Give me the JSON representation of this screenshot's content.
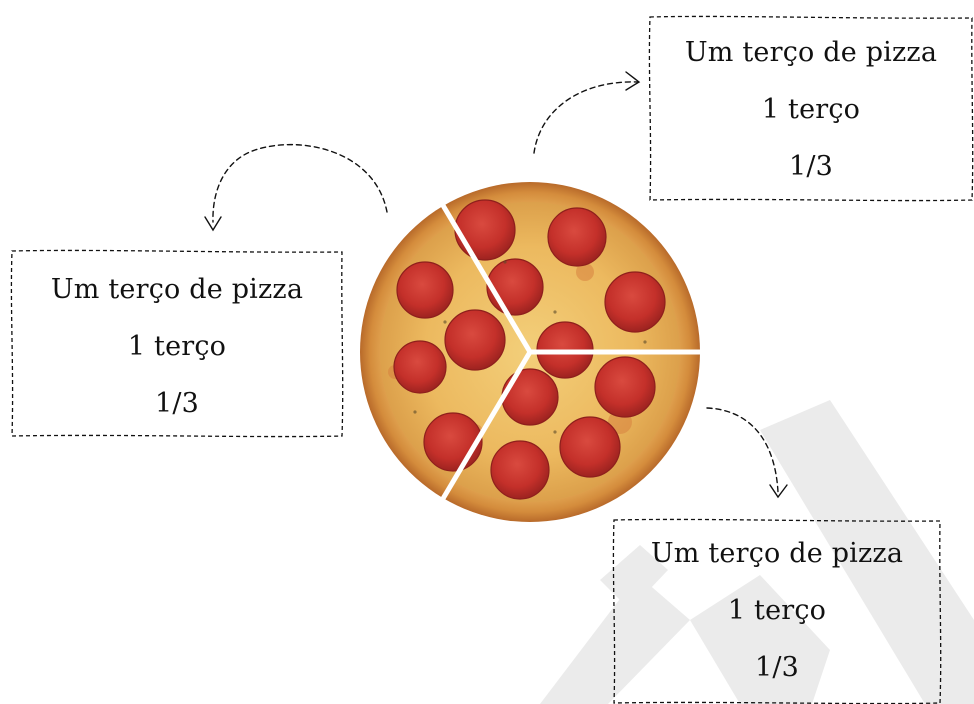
{
  "cards": {
    "top_right": {
      "title": "Um terço de pizza",
      "words": "1 terço",
      "fraction": "1/3"
    },
    "left": {
      "title": "Um terço de pizza",
      "words": "1 terço",
      "fraction": "1/3"
    },
    "bottom": {
      "title": "Um terço de pizza",
      "words": "1 terço",
      "fraction": "1/3"
    }
  },
  "pizza": {
    "slices": 3,
    "toppings": "pepperoni-icon"
  },
  "colors": {
    "watermark": "#e9e9e9",
    "crust": "#d89a4b",
    "cheese": "#e8b35a",
    "pepperoni": "#c7322c",
    "ink": "#111111"
  }
}
